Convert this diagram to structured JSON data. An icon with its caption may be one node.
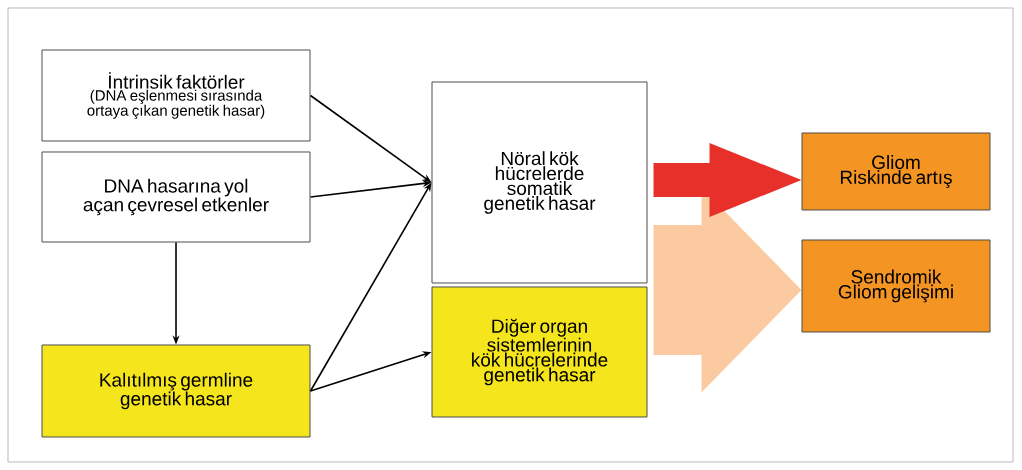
{
  "diagram": {
    "nodes": [
      {
        "text": [
          "İntrinsik faktörler",
          "(DNA eşlenmesi sırasında ortaya çıkan genetik hasar)"
        ]
      },
      {
        "text": [
          "DNA hasarına yol açan çevresel etkenler"
        ]
      },
      {
        "text": [
          "Kalıtılmış germline genetik hasar"
        ]
      },
      {
        "text": [
          "Nöral kök hücrelerde somatik genetik hasar"
        ]
      },
      {
        "text": [
          "Diğer organ sistemlerinin kök hücrelerinde genetik hasar"
        ]
      },
      {
        "text": [
          "Gliom Riskinde artış"
        ]
      },
      {
        "text": [
          "Sendromik Gliom gelişimi"
        ]
      }
    ],
    "edges": [
      {
        "from": 0,
        "to": 3,
        "arrow": "to"
      },
      {
        "from": 1,
        "to": 3,
        "arrow": "to"
      },
      {
        "from": 2,
        "to": 3,
        "arrow": "to"
      },
      {
        "from": 1,
        "to": 2,
        "arrow": "to"
      },
      {
        "from": 2,
        "to": 4,
        "arrow": "to"
      },
      {
        "from": 4,
        "to": 6,
        "arrow": "to",
        "style": "thick",
        "color": "#fbcaa0"
      },
      {
        "from": 3,
        "to": 5,
        "arrow": "to",
        "style": "thick",
        "color": "#e8302a"
      }
    ]
  }
}
